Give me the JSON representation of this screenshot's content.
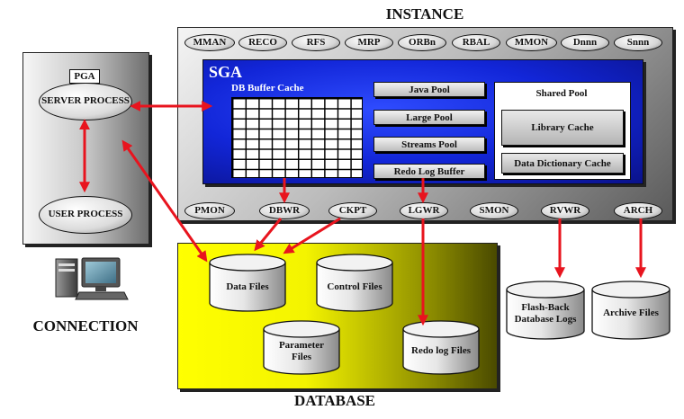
{
  "instance": {
    "title": "INSTANCE",
    "background_processes_top": [
      "MMAN",
      "RECO",
      "RFS",
      "MRP",
      "ORBn",
      "RBAL",
      "MMON",
      "Dnnn",
      "Snnn"
    ],
    "background_processes_bottom": [
      "PMON",
      "DBWR",
      "CKPT",
      "LGWR",
      "SMON",
      "RVWR",
      "ARCH"
    ]
  },
  "sga": {
    "title": "SGA",
    "buffer_cache_label": "DB Buffer Cache",
    "pools": [
      "Java Pool",
      "Large Pool",
      "Streams Pool",
      "Redo Log Buffer"
    ],
    "shared_pool": {
      "title": "Shared Pool",
      "library_cache": "Library Cache",
      "data_dictionary_cache": "Data Dictionary Cache"
    }
  },
  "connection": {
    "title": "CONNECTION",
    "pga_label": "PGA",
    "server_process": "SERVER PROCESS",
    "user_process": "USER PROCESS",
    "icon": "computer-icon"
  },
  "database": {
    "title": "DATABASE",
    "files": {
      "data_files": "Data Files",
      "control_files": "Control Files",
      "parameter_files": "Parameter Files",
      "redo_log_files": "Redo log Files"
    }
  },
  "external_files": {
    "flashback_logs": "Flash-Back Database Logs",
    "archive_files": "Archive Files"
  },
  "colors": {
    "arrow": "#e8141e",
    "sga_blue": "#1a2ee8",
    "database_yellow": "#ffff00"
  }
}
